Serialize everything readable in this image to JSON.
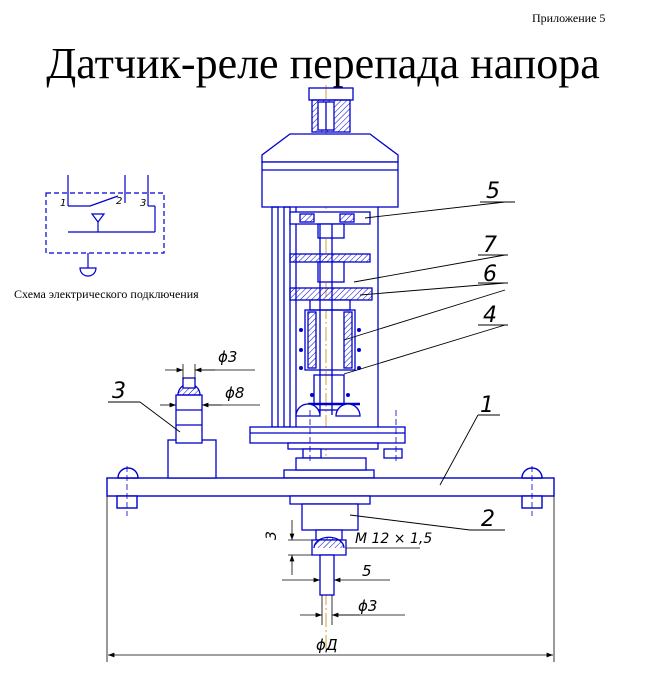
{
  "page": {
    "appendix": "Приложение 5",
    "title": "Датчик-реле перепада напора"
  },
  "wiring": {
    "caption": "Схема электрического подключения",
    "terminals": [
      "1",
      "2",
      "3"
    ]
  },
  "callouts": {
    "n1": "1",
    "n2": "2",
    "n3": "3",
    "n4": "4",
    "n5": "5",
    "n6": "6",
    "n7": "7"
  },
  "dimensions": {
    "d3_top": "ϕ3",
    "d8": "ϕ8",
    "thread": "M 12 × 1,5",
    "h3": "3",
    "w5": "5",
    "d3_bottom": "ϕ3",
    "dD": "ϕД"
  },
  "colors": {
    "line": "#0000cc",
    "text": "#000000",
    "axis": "#cc8800"
  }
}
